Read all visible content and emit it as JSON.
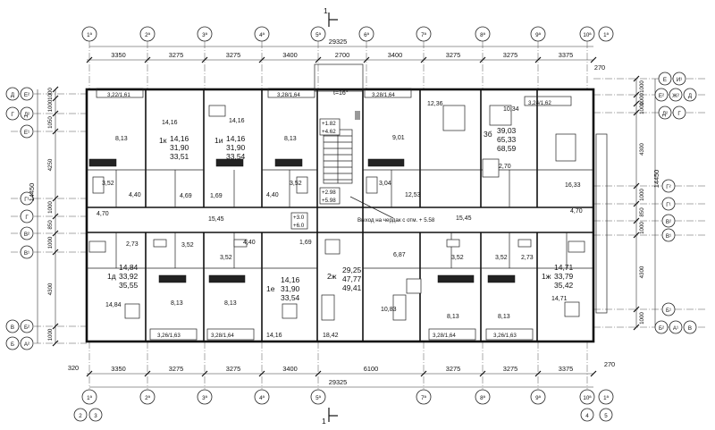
{
  "section_mark": "1",
  "total_length": "29325",
  "top_axes": [
    "1ª",
    "2ª",
    "3ª",
    "4ª",
    "5ª",
    "6ª",
    "7ª",
    "8ª",
    "9ª",
    "10ª"
  ],
  "top_axis_extra": "1ª",
  "top_spans": [
    "3350",
    "3275",
    "3275",
    "3400",
    "2700",
    "3400",
    "3275",
    "3275",
    "3375"
  ],
  "top_span_extra": "270",
  "bottom_axes": [
    "1ª",
    "2ª",
    "3ª",
    "4ª",
    "5ª",
    "7ª",
    "8ª",
    "9ª",
    "10ª"
  ],
  "bottom_axis_extra": "1ª",
  "bottom_spans": [
    "3350",
    "3275",
    "3275",
    "3400",
    "6100",
    "3275",
    "3275",
    "3375"
  ],
  "bottom_left_offset": "320",
  "bottom_right_offset": "270",
  "corner_marks_left": [
    "2",
    "3"
  ],
  "corner_marks_right": [
    "4",
    "5"
  ],
  "left_axes": [
    [
      "Д",
      "Е²"
    ],
    [
      "Г",
      "Д²"
    ],
    [
      "Е¹"
    ],
    [
      "Г¹"
    ],
    [
      "Г"
    ],
    [
      "В²"
    ],
    [
      "В¹"
    ],
    [
      "В",
      "Б²"
    ],
    [
      "Б",
      "А²"
    ]
  ],
  "right_axes": [
    [
      "Е",
      "И¹"
    ],
    [
      "Е²",
      "Ж²",
      "Д"
    ],
    [
      "Д²",
      "Г"
    ],
    [
      "Г²"
    ],
    [
      "Г¹"
    ],
    [
      "В²"
    ],
    [
      "В¹"
    ],
    [
      "Б¹"
    ],
    [
      "Б²",
      "А¹",
      "В"
    ]
  ],
  "left_dims": [
    "1000",
    "1000",
    "1050",
    "4250",
    "1000",
    "850",
    "1000",
    "4300",
    "1000"
  ],
  "left_total": "14450",
  "right_dims": [
    "1000",
    "1000",
    "1000",
    "4300",
    "1000",
    "850",
    "1000",
    "4300",
    "1000"
  ],
  "right_total": "14450",
  "stair_note": "t=16°",
  "attic_note": "Выход на чердак с отм. + 5.58",
  "levels": [
    "+1.82",
    "+4.62",
    "+2.98",
    "+5.98",
    "+3.0",
    "+6.0"
  ],
  "apartments": [
    {
      "id": "1к",
      "lines": [
        "14,16",
        "31,90",
        "33,51"
      ]
    },
    {
      "id": "1и",
      "lines": [
        "14,16",
        "31,90",
        "33,54"
      ]
    },
    {
      "id": "3б",
      "lines": [
        "39,03",
        "65,33",
        "68,59"
      ]
    },
    {
      "id": "1д",
      "lines": [
        "14,84",
        "33,92",
        "35,55"
      ]
    },
    {
      "id": "1е",
      "lines": [
        "14,16",
        "31,90",
        "33,54"
      ]
    },
    {
      "id": "2ж",
      "lines": [
        "29,25",
        "47,77",
        "49,41"
      ]
    },
    {
      "id": "1ж",
      "lines": [
        "14,71",
        "33,79",
        "35,42"
      ]
    }
  ],
  "room_areas": {
    "balc_top_1": "3,22/1,61",
    "balc_top_2": "3,28/1,64",
    "balc_top_3": "3,28/1,64",
    "balc_top_4": "3,24/1,62",
    "balc_bot_1": "3,26/1,63",
    "balc_bot_2": "3,28/1,64",
    "balc_bot_3": "3,28/1,64",
    "balc_bot_4": "3,26/1,63",
    "r1": "14,16",
    "r2": "14,16",
    "r3": "8,13",
    "r4": "8,13",
    "r5": "3,52",
    "r6": "3,52",
    "r7": "4,40",
    "r8": "4,40",
    "r9": "4,69",
    "r10": "1,69",
    "r11": "12,36",
    "r12": "10,34",
    "r13": "9,01",
    "r14": "3,04",
    "r15": "12,53",
    "r16": "2,70",
    "r17": "16,33",
    "r18": "4,70",
    "r19": "15,45",
    "r20": "15,45",
    "r21": "4,70",
    "r22": "2,73",
    "r23": "3,52",
    "r24": "3,52",
    "r25": "4,40",
    "r26": "1,69",
    "r27": "6,87",
    "r28": "3,52",
    "r29": "3,52",
    "r30": "2,73",
    "r31": "14,84",
    "r32": "8,13",
    "r33": "8,13",
    "r34": "10,83",
    "r35": "8,13",
    "r36": "8,13",
    "r37": "14,71",
    "r38": "14,16",
    "r39": "18,42"
  }
}
